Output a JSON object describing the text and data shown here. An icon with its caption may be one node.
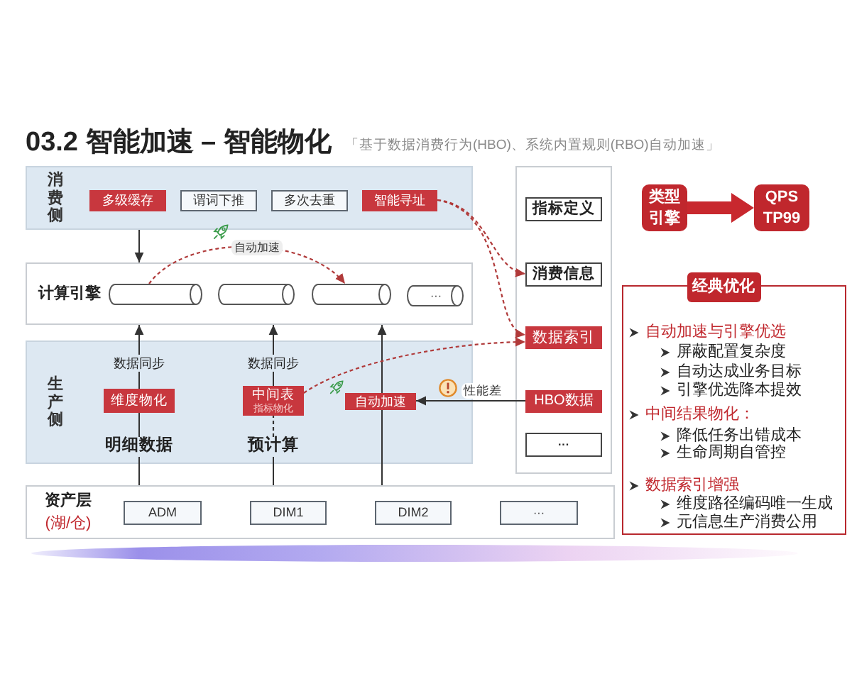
{
  "diagram": {
    "title": "03.2 智能加速 – 智能物化",
    "nodes": [
      {
        "text": [
          "消费侧"
        ]
      },
      {
        "text": [
          "多级缓存"
        ],
        "in": 0
      },
      {
        "text": [
          "谓词下推"
        ],
        "in": 0
      },
      {
        "text": [
          "多次去重"
        ],
        "in": 0
      },
      {
        "text": [
          "智能寻址"
        ],
        "in": 0
      },
      {
        "text": [
          "计算引擎"
        ]
      },
      {
        "text": [],
        "shape": "cylinder",
        "in": 5
      },
      {
        "text": [],
        "shape": "cylinder",
        "in": 5
      },
      {
        "text": [],
        "shape": "cylinder",
        "in": 5
      },
      {
        "text": [
          "···"
        ],
        "in": 5
      },
      {
        "text": [
          "生产侧"
        ]
      },
      {
        "text": [
          "数据同步"
        ],
        "in": 10
      },
      {
        "text": [
          "维度物化"
        ],
        "in": 10
      },
      {
        "text": [
          "明细数据"
        ],
        "in": 10
      },
      {
        "text": [
          "数据同步"
        ],
        "in": 10
      },
      {
        "text": [
          "中间表",
          "指标物化"
        ],
        "in": 10
      },
      {
        "text": [
          "预计算"
        ],
        "in": 10
      },
      {
        "text": [
          "自动加速"
        ],
        "in": 10
      },
      {
        "text": [
          "资产层",
          "(湖/仓)"
        ]
      },
      {
        "text": [
          "ADM"
        ],
        "in": 18
      },
      {
        "text": [
          "DIM1"
        ],
        "in": 18
      },
      {
        "text": [
          "DIM2"
        ],
        "in": 18
      },
      {
        "text": [
          "···"
        ],
        "in": 18
      },
      {
        "text": [],
        "shape": "box"
      },
      {
        "text": [
          "指标定义"
        ],
        "in": 23
      },
      {
        "text": [
          "消费信息"
        ],
        "in": 23
      },
      {
        "text": [
          "数据索引"
        ],
        "in": 23
      },
      {
        "text": [
          "HBO数据"
        ],
        "in": 23
      },
      {
        "text": [
          "···"
        ],
        "in": 23
      },
      {
        "text": [
          "类型引擎"
        ]
      },
      {
        "text": [
          "QPS TP99"
        ]
      },
      {
        "text": [
          "经典优化",
          "自动加速与引擎优选",
          "屏蔽配置复杂度",
          "自动达成业务目标",
          "引擎优选降本提效",
          "中间结果物化：",
          "降低任务出错成本",
          "生命周期自管控",
          "数据索引增强",
          "维度路径编码唯一生成",
          "元信息生产消费公用"
        ]
      }
    ],
    "edges": [
      {
        "from": 0,
        "to": 5,
        "arrow": "to"
      },
      {
        "from": 6,
        "to": 8,
        "arrow": "to",
        "label": "自动加速",
        "style": "dashed",
        "color": "#b03a3a"
      },
      {
        "from": 11,
        "to": 5,
        "arrow": "to"
      },
      {
        "from": 12,
        "to": 11,
        "arrow": "none"
      },
      {
        "from": 13,
        "to": 12,
        "arrow": "none"
      },
      {
        "from": 18,
        "to": 13,
        "arrow": "none"
      },
      {
        "from": 14,
        "to": 5,
        "arrow": "to"
      },
      {
        "from": 15,
        "to": 14,
        "arrow": "none"
      },
      {
        "from": 16,
        "to": 15,
        "arrow": "none",
        "style": "dashed"
      },
      {
        "from": 18,
        "to": 16,
        "arrow": "none"
      },
      {
        "from": 17,
        "to": 5,
        "arrow": "to"
      },
      {
        "from": 18,
        "to": 17,
        "arrow": "none"
      },
      {
        "from": 4,
        "to": 25,
        "arrow": "to",
        "style": "dashed",
        "color": "#b03a3a"
      },
      {
        "from": 4,
        "to": 26,
        "arrow": "to",
        "style": "dashed",
        "color": "#b03a3a"
      },
      {
        "from": 15,
        "to": 26,
        "arrow": "to",
        "style": "dashed",
        "color": "#b03a3a"
      },
      {
        "from": 27,
        "to": 17,
        "arrow": "to",
        "label": "性能差"
      },
      {
        "from": 29,
        "to": 30,
        "arrow": "to",
        "style": "thick",
        "color": "#c8282e"
      }
    ],
    "labels": [
      "「基于数据消费行为(HBO)、系统内置规则(RBO)自动加速」"
    ]
  }
}
